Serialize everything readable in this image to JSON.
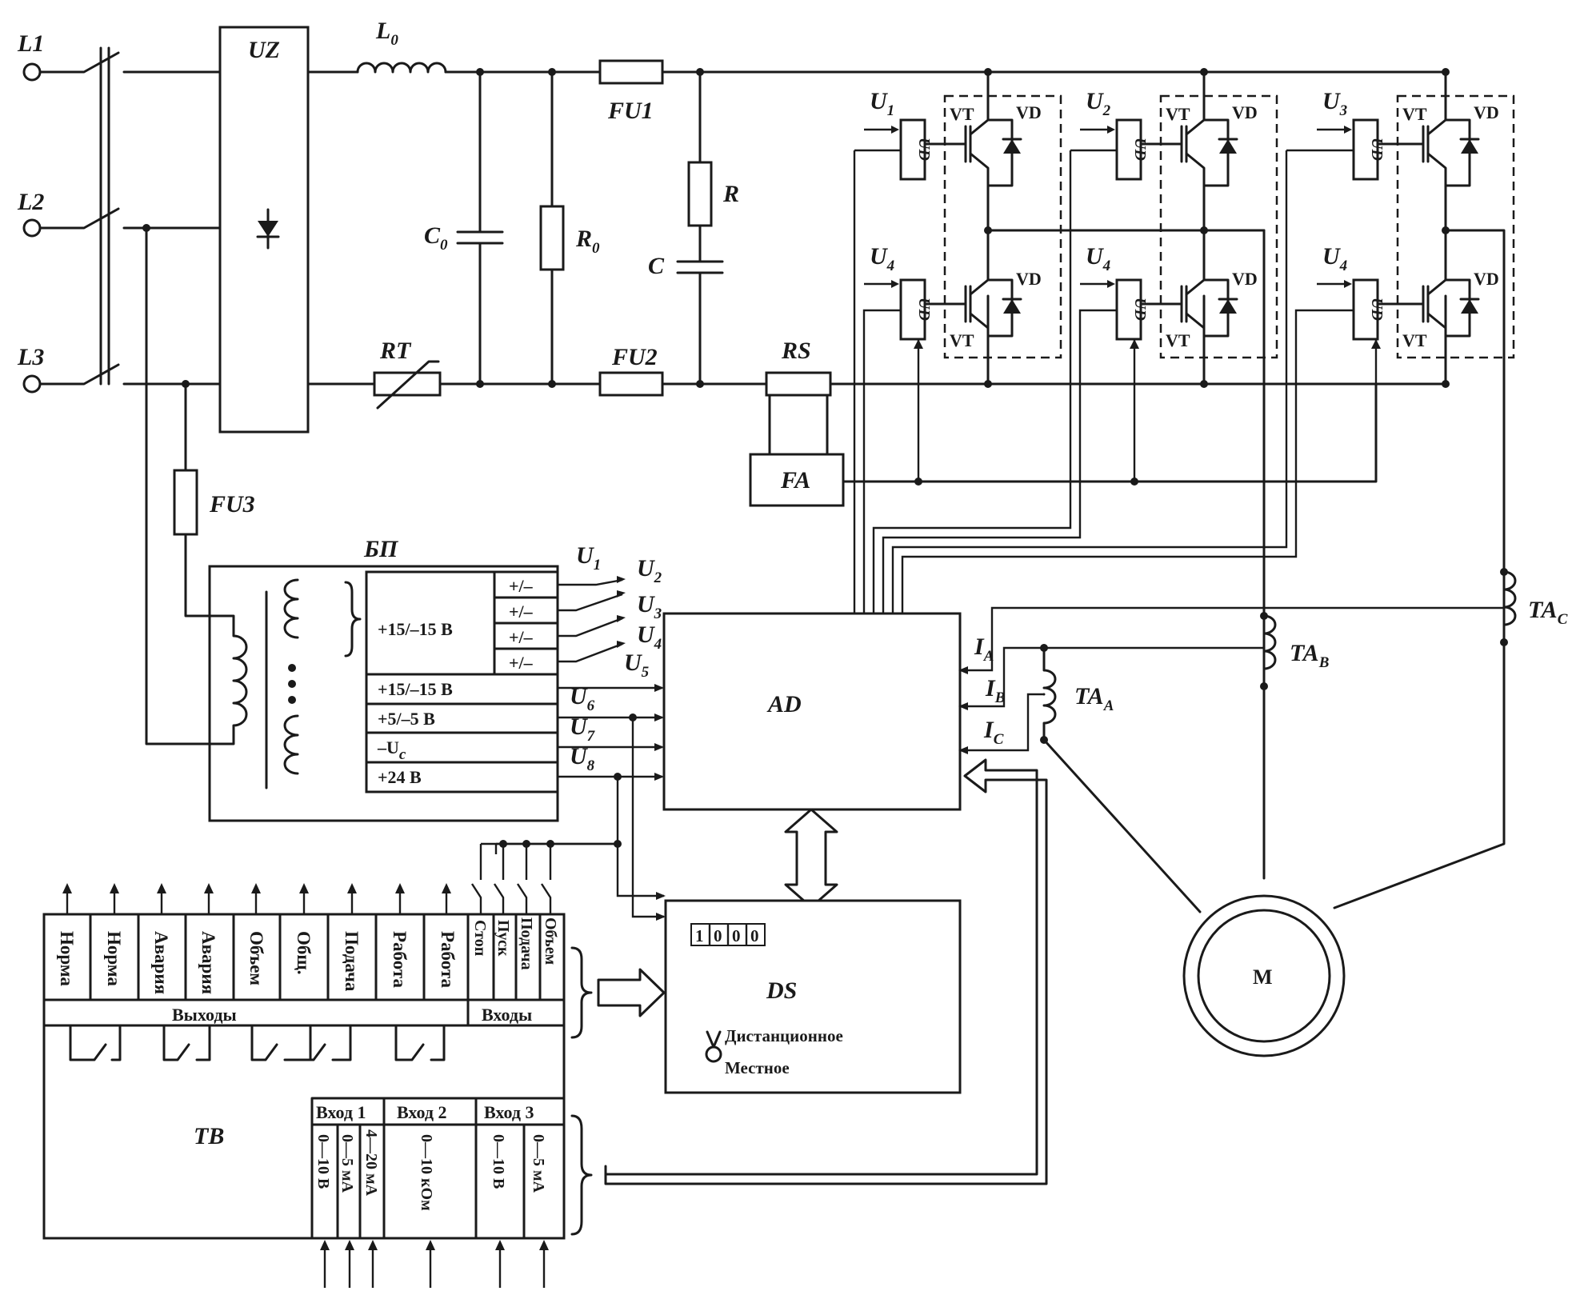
{
  "labels": {
    "l1": "L1",
    "l2": "L2",
    "l3": "L3",
    "uz": "UZ",
    "l0": "L",
    "l0_sub": "0",
    "rt": "RT",
    "c0": "C",
    "c0_sub": "0",
    "r0": "R",
    "r0_sub": "0",
    "fu1": "FU1",
    "fu2": "FU2",
    "fu3": "FU3",
    "r": "R",
    "c": "C",
    "rs": "RS",
    "fa": "FA",
    "ad": "AD",
    "ds": "DS",
    "tb": "TB",
    "bp": "БП",
    "motor": "M",
    "ud": "UD",
    "vt": "VT",
    "vd": "VD"
  },
  "gate_signals": {
    "u1": {
      "main": "U",
      "sub": "1"
    },
    "u2": {
      "main": "U",
      "sub": "2"
    },
    "u3": {
      "main": "U",
      "sub": "3"
    },
    "u4": {
      "main": "U",
      "sub": "4"
    }
  },
  "current_transformers": {
    "ta_a": {
      "main": "TA",
      "sub": "A"
    },
    "ta_b": {
      "main": "TA",
      "sub": "B"
    },
    "ta_c": {
      "main": "TA",
      "sub": "C"
    }
  },
  "ad_inputs": {
    "ia": {
      "main": "I",
      "sub": "A"
    },
    "ib": {
      "main": "I",
      "sub": "B"
    },
    "ic": {
      "main": "I",
      "sub": "C"
    }
  },
  "power_supply": {
    "group_voltage": "+15/–15 В",
    "polarity": "+/–",
    "rows": [
      "+15/–15 В",
      "+5/–5 В",
      "–U",
      "+24 В"
    ],
    "uc_sub": "c",
    "outputs": [
      {
        "main": "U",
        "sub": "1"
      },
      {
        "main": "U",
        "sub": "2"
      },
      {
        "main": "U",
        "sub": "3"
      },
      {
        "main": "U",
        "sub": "4"
      },
      {
        "main": "U",
        "sub": "5"
      },
      {
        "main": "U",
        "sub": "6"
      },
      {
        "main": "U",
        "sub": "7"
      },
      {
        "main": "U",
        "sub": "8"
      }
    ]
  },
  "display": {
    "digits": [
      "1",
      "0",
      "0",
      "0"
    ],
    "switch_remote": "Дистанционное",
    "switch_local": "Местное"
  },
  "terminal_block": {
    "outputs_title": "Выходы",
    "inputs_title": "Входы",
    "outputs": [
      "Норма",
      "Норма",
      "Авария",
      "Авария",
      "Объем",
      "Общ.",
      "Подача",
      "Работа",
      "Работа"
    ],
    "inputs": [
      "Стоп",
      "Пуск",
      "Подача",
      "Объем"
    ],
    "analog_groups": [
      "Вход 1",
      "Вход 2",
      "Вход 3"
    ],
    "analog_ranges": [
      "0—10 В",
      "0—5 мА",
      "4—20 мА",
      "0—10 кОм",
      "0—10 В",
      "0—5 мА"
    ]
  }
}
